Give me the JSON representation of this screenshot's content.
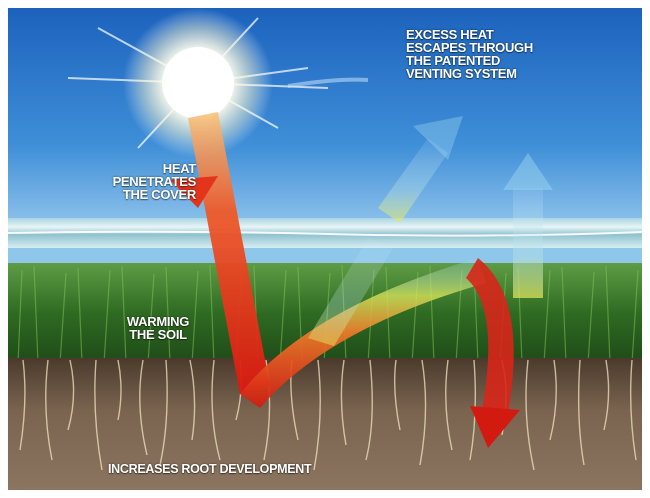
{
  "labels": {
    "excess_heat": [
      "EXCESS HEAT",
      "ESCAPES THROUGH",
      "THE PATENTED",
      "VENTING SYSTEM"
    ],
    "heat_penetrates": [
      "HEAT",
      "PENETRATES",
      "THE COVER"
    ],
    "warming_soil": [
      "WARMING",
      "THE SOIL"
    ],
    "root_development": "INCREASES ROOT DEVELOPMENT"
  },
  "colors": {
    "sky_top": "#1f6fc9",
    "sky_bottom": "#8fc4ec",
    "cover": "#cfe6ee",
    "grass": "#3c7a2a",
    "soil": "#6b5642",
    "heat_arrow": "#e02a1c",
    "vent_arrow": "#8fd3f0"
  },
  "icons": [
    "sun-icon",
    "heat-arrow-icon",
    "vent-arrow-icon"
  ]
}
